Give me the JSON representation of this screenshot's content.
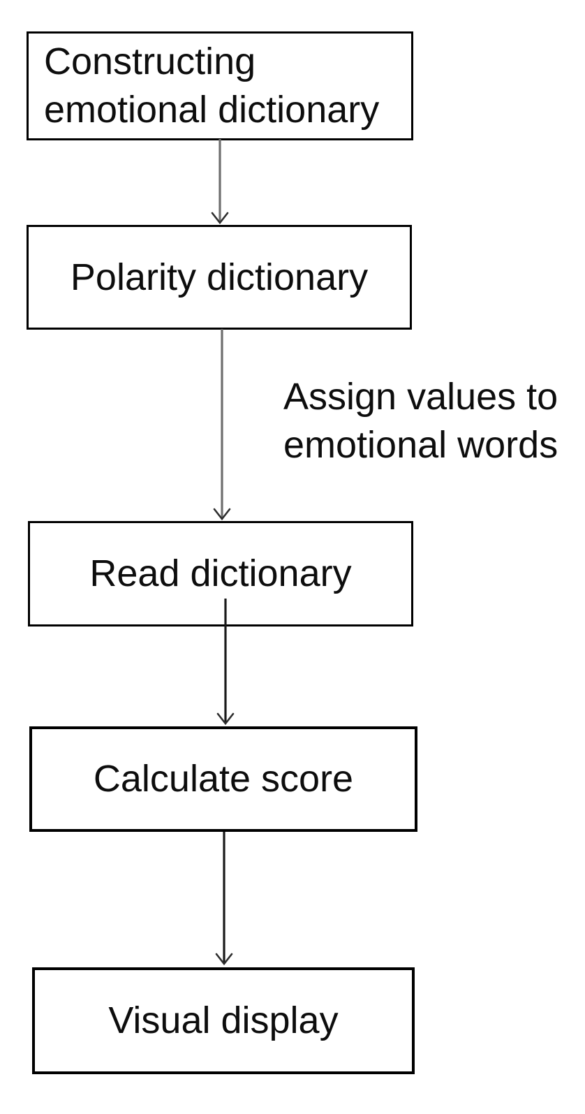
{
  "colors": {
    "background": "#ffffff",
    "box-border": "#000000",
    "text": "#0d0d0d",
    "arrow-gray": "#6e6e6e",
    "arrow-black": "#1a1a1a",
    "chevron": "#2e2e2e"
  },
  "diagram": {
    "type": "flowchart",
    "direction": "top-to-bottom",
    "nodes": [
      {
        "id": "constructing-emotional-dictionary",
        "lines": [
          "Constructing",
          "emotional dictionary"
        ]
      },
      {
        "id": "polarity-dictionary",
        "lines": [
          "Polarity dictionary"
        ]
      },
      {
        "id": "read-dictionary",
        "lines": [
          "Read dictionary"
        ]
      },
      {
        "id": "calculate-score",
        "lines": [
          "Calculate score"
        ]
      },
      {
        "id": "visual-display",
        "lines": [
          "Visual display"
        ]
      }
    ],
    "edges": [
      {
        "from": "constructing-emotional-dictionary",
        "to": "polarity-dictionary"
      },
      {
        "from": "polarity-dictionary",
        "to": "read-dictionary",
        "label_lines": [
          "Assign values to",
          "emotional words"
        ]
      },
      {
        "from": "read-dictionary",
        "to": "calculate-score"
      },
      {
        "from": "calculate-score",
        "to": "visual-display"
      }
    ]
  }
}
